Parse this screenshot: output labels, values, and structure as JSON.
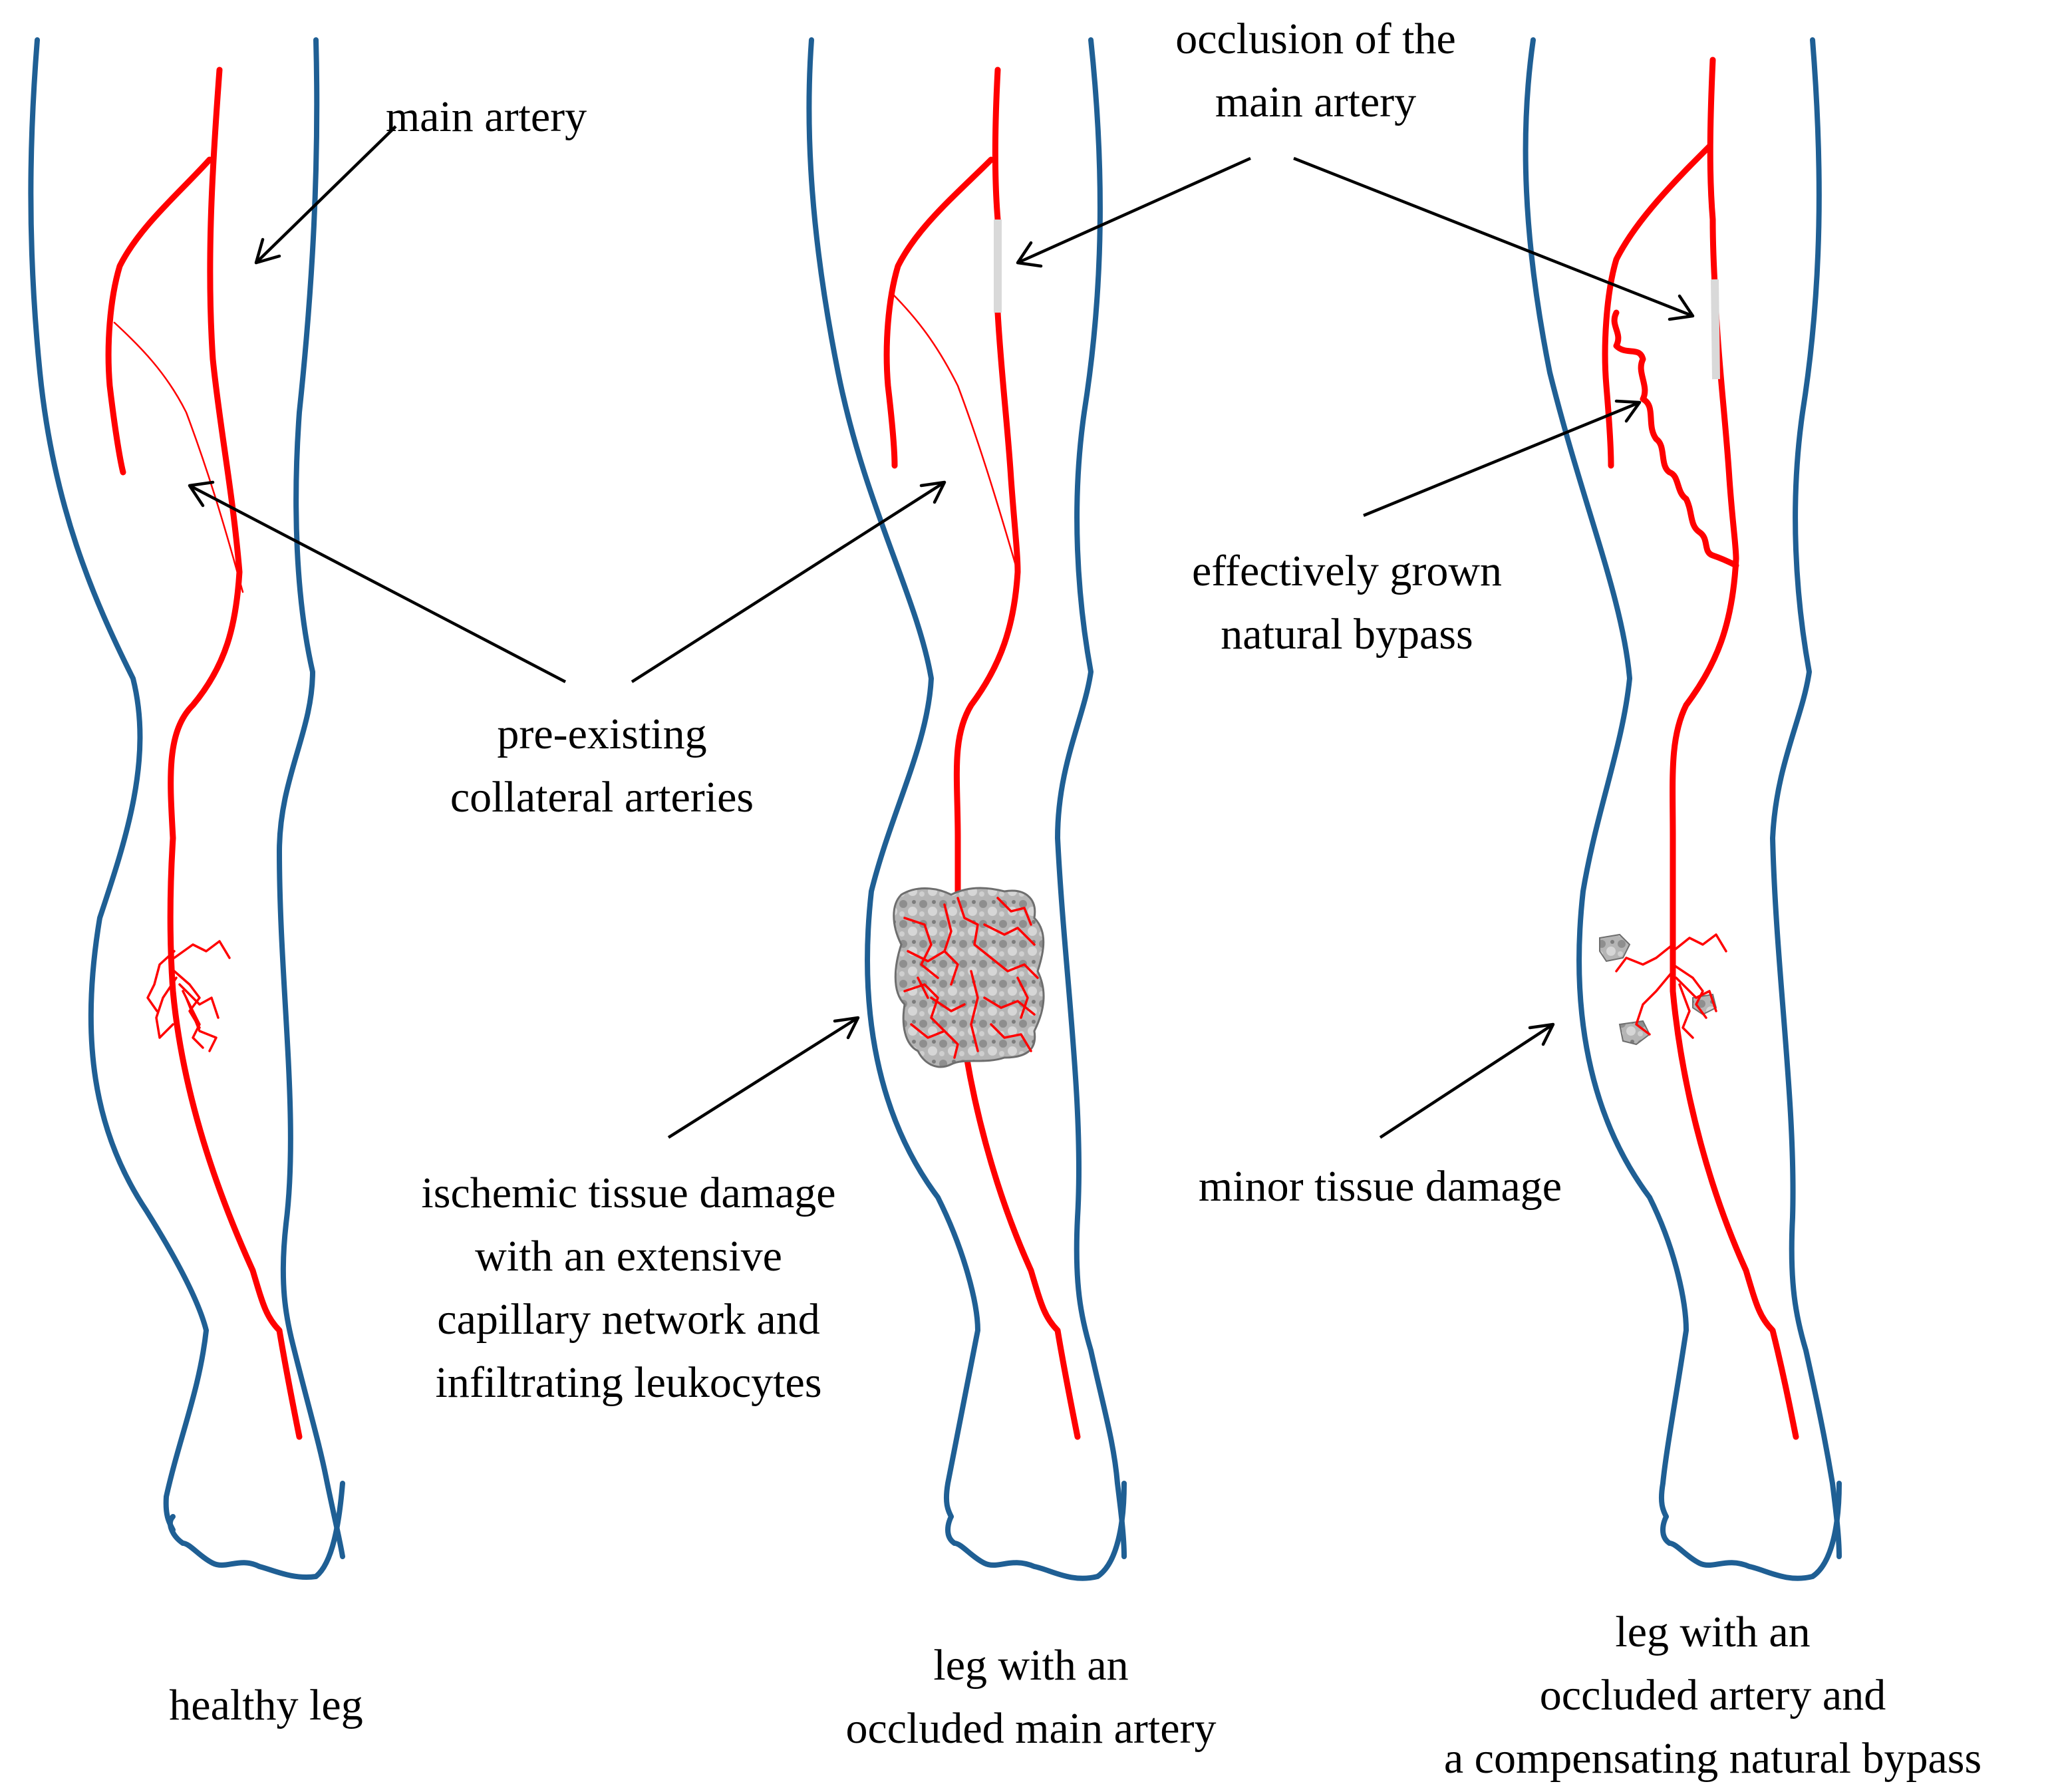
{
  "labels": {
    "main_artery": "main artery",
    "occlusion_line1": "occlusion of the",
    "occlusion_line2": "main artery",
    "collateral_line1": "pre-existing",
    "collateral_line2": "collateral  arteries",
    "bypass_line1": "effectively grown",
    "bypass_line2": "natural bypass",
    "ischemic_line1": "ischemic tissue damage",
    "ischemic_line2": "with an extensive",
    "ischemic_line3": "capillary network and",
    "ischemic_line4": "infiltrating  leukocytes",
    "minor_damage": "minor tissue damage"
  },
  "captions": {
    "healthy": "healthy leg",
    "occluded_line1": "leg with an",
    "occluded_line2": "occluded main artery",
    "bypass_line1": "leg with an",
    "bypass_line2": "occluded artery and",
    "bypass_line3": "a compensating natural bypass"
  },
  "colors": {
    "leg_outline": "#1f5f94",
    "artery": "#ff0000",
    "occlusion": "#d9d9d9",
    "tissue_damage": "#9a9a9a"
  }
}
